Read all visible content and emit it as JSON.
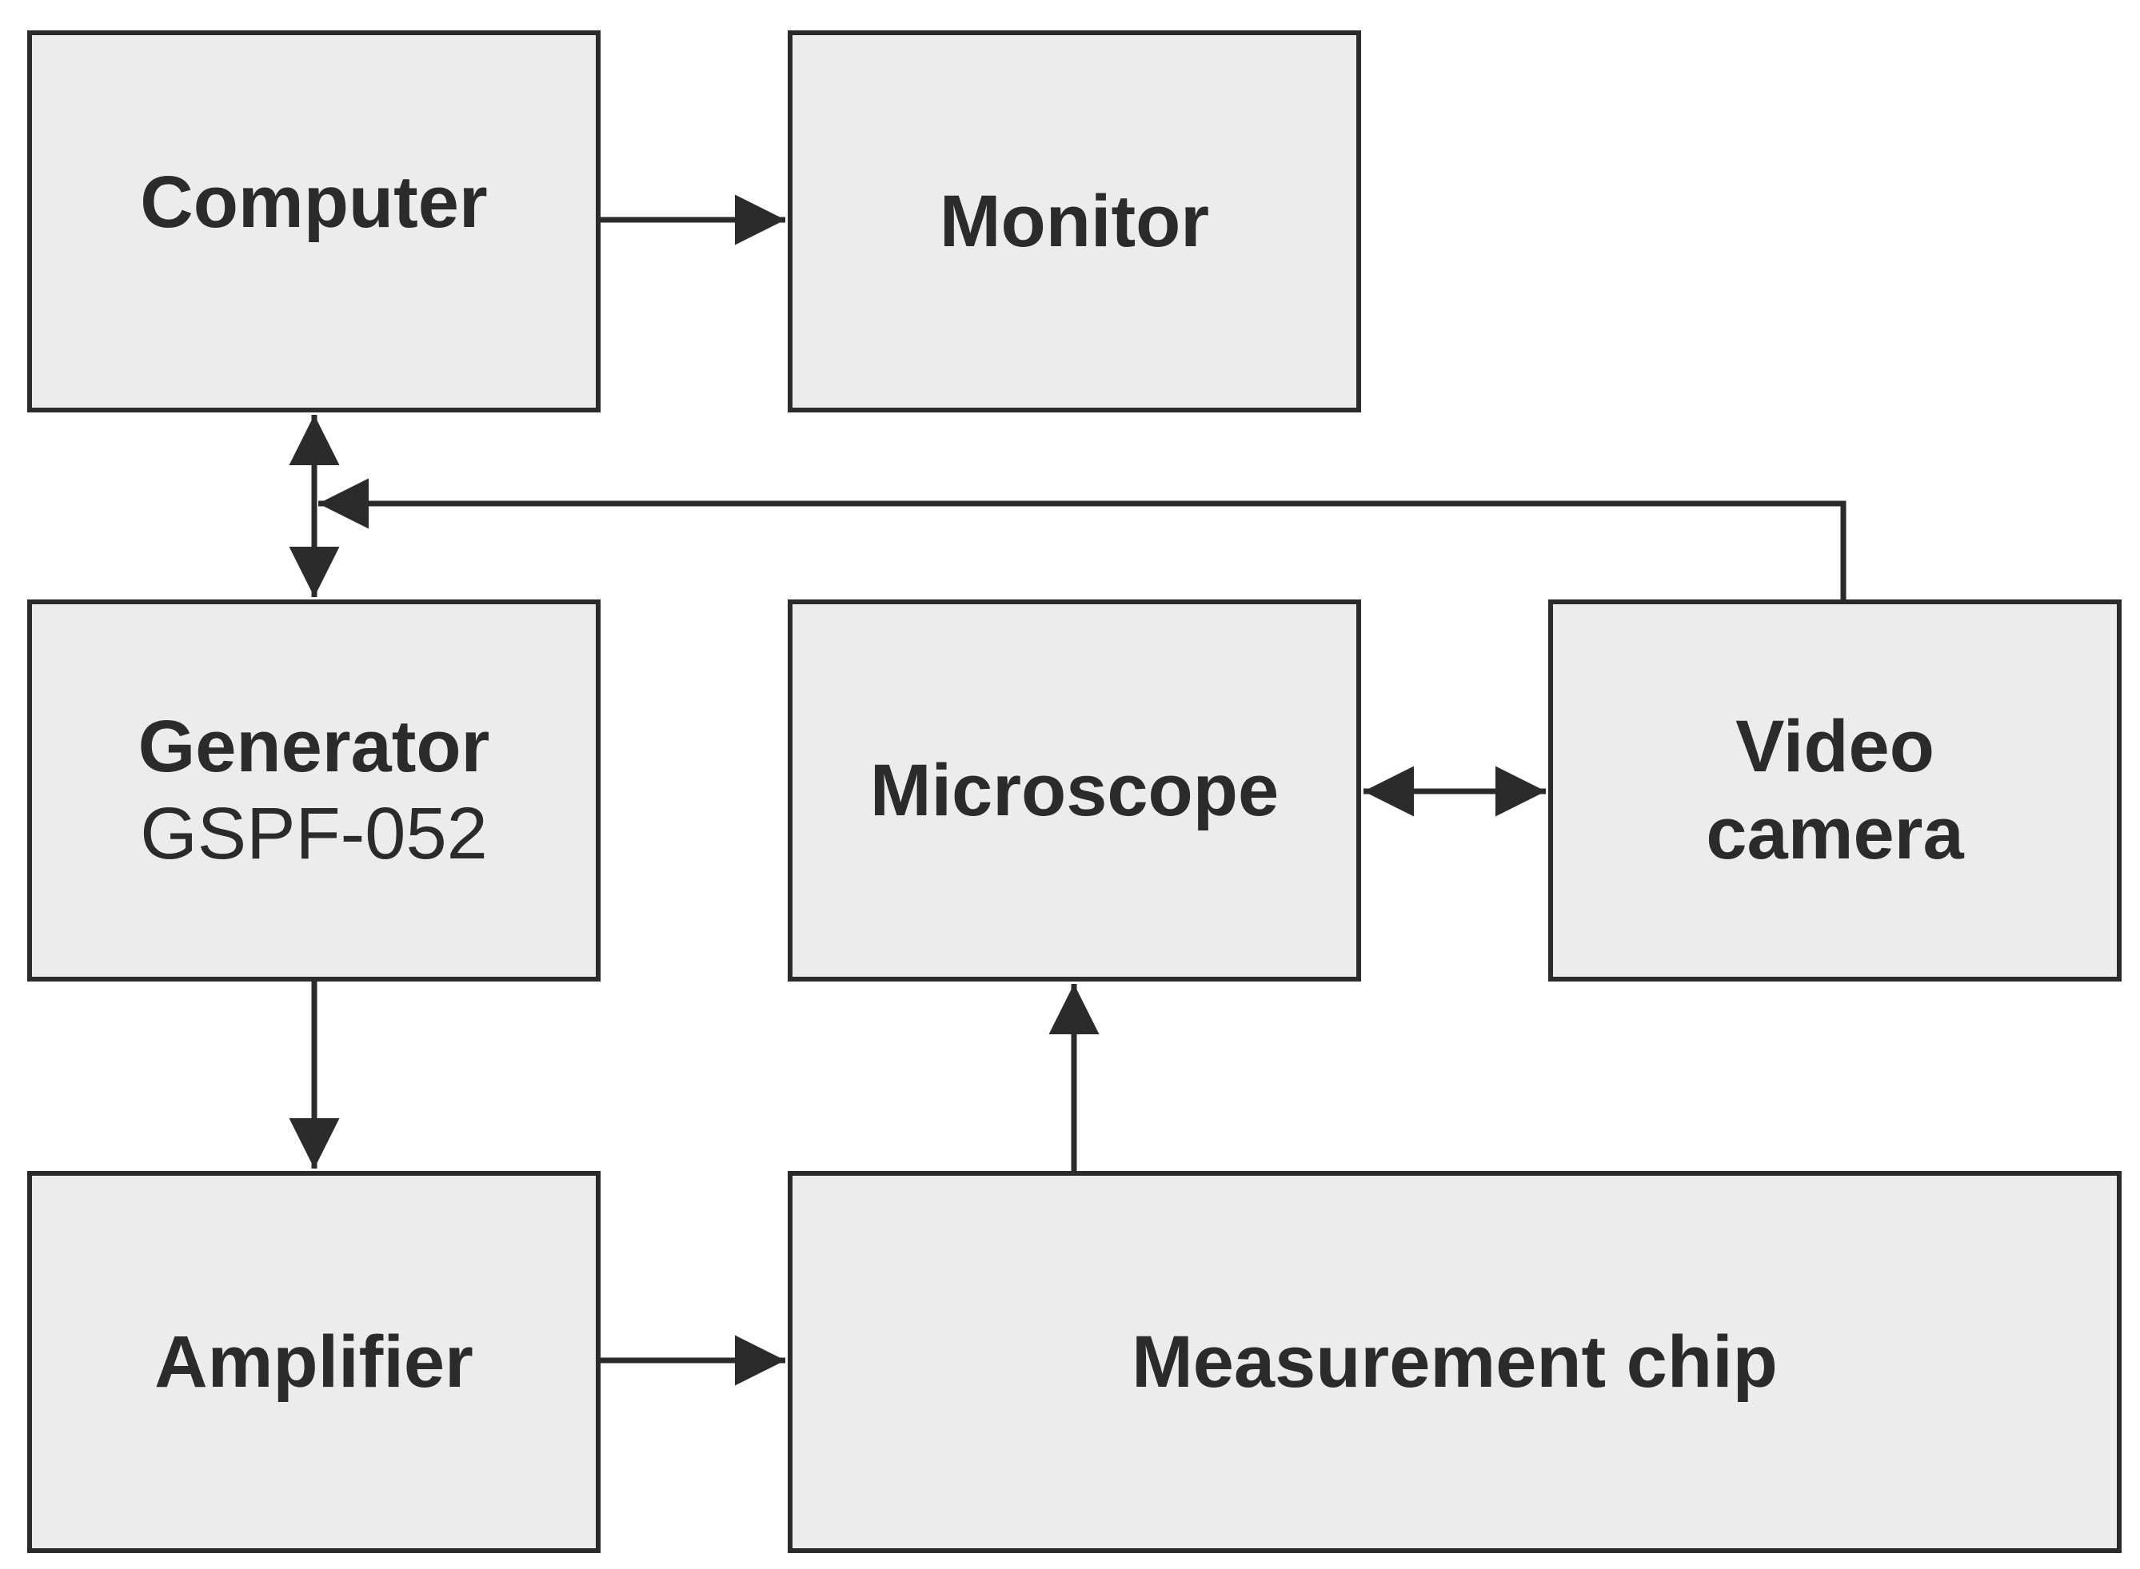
{
  "blocks": {
    "computer": {
      "label": "Computer"
    },
    "monitor": {
      "label": "Monitor"
    },
    "generator": {
      "label": "Generator",
      "model": "GSPF-052"
    },
    "microscope": {
      "label": "Microscope"
    },
    "video_camera": {
      "line1": "Video",
      "line2": "camera"
    },
    "amplifier": {
      "label": "Amplifier"
    },
    "measurement_chip": {
      "label": "Measurement chip"
    }
  },
  "colors": {
    "block_fill": "#ececec",
    "stroke": "#2b2b2b",
    "background": "#ffffff"
  }
}
